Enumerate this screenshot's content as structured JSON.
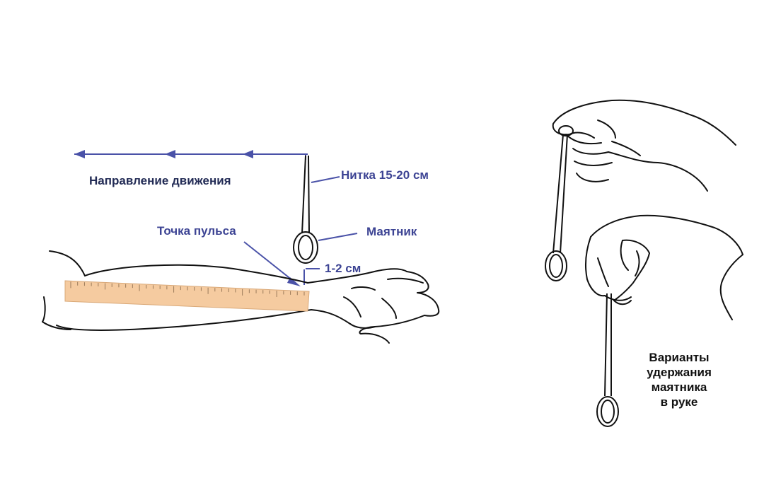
{
  "labels": {
    "direction": "Направление движения",
    "thread": "Нитка 15-20 см",
    "pendulum": "Маятник",
    "pulse_point": "Точка пульса",
    "gap": "1-2 см"
  },
  "caption_lines": [
    "Варианты",
    "удержания",
    "маятника",
    "в руке"
  ],
  "colors": {
    "label_blue": "#3d4494",
    "label_dark": "#222b55",
    "leader_line": "#4a52a8",
    "ruler_fill": "#f5cba0",
    "outline": "#111111"
  },
  "icons": [
    "forearm-outline",
    "ruler",
    "pendulum-ring",
    "hand-pinch-top",
    "hand-pinch-bottom",
    "direction-arrow"
  ]
}
